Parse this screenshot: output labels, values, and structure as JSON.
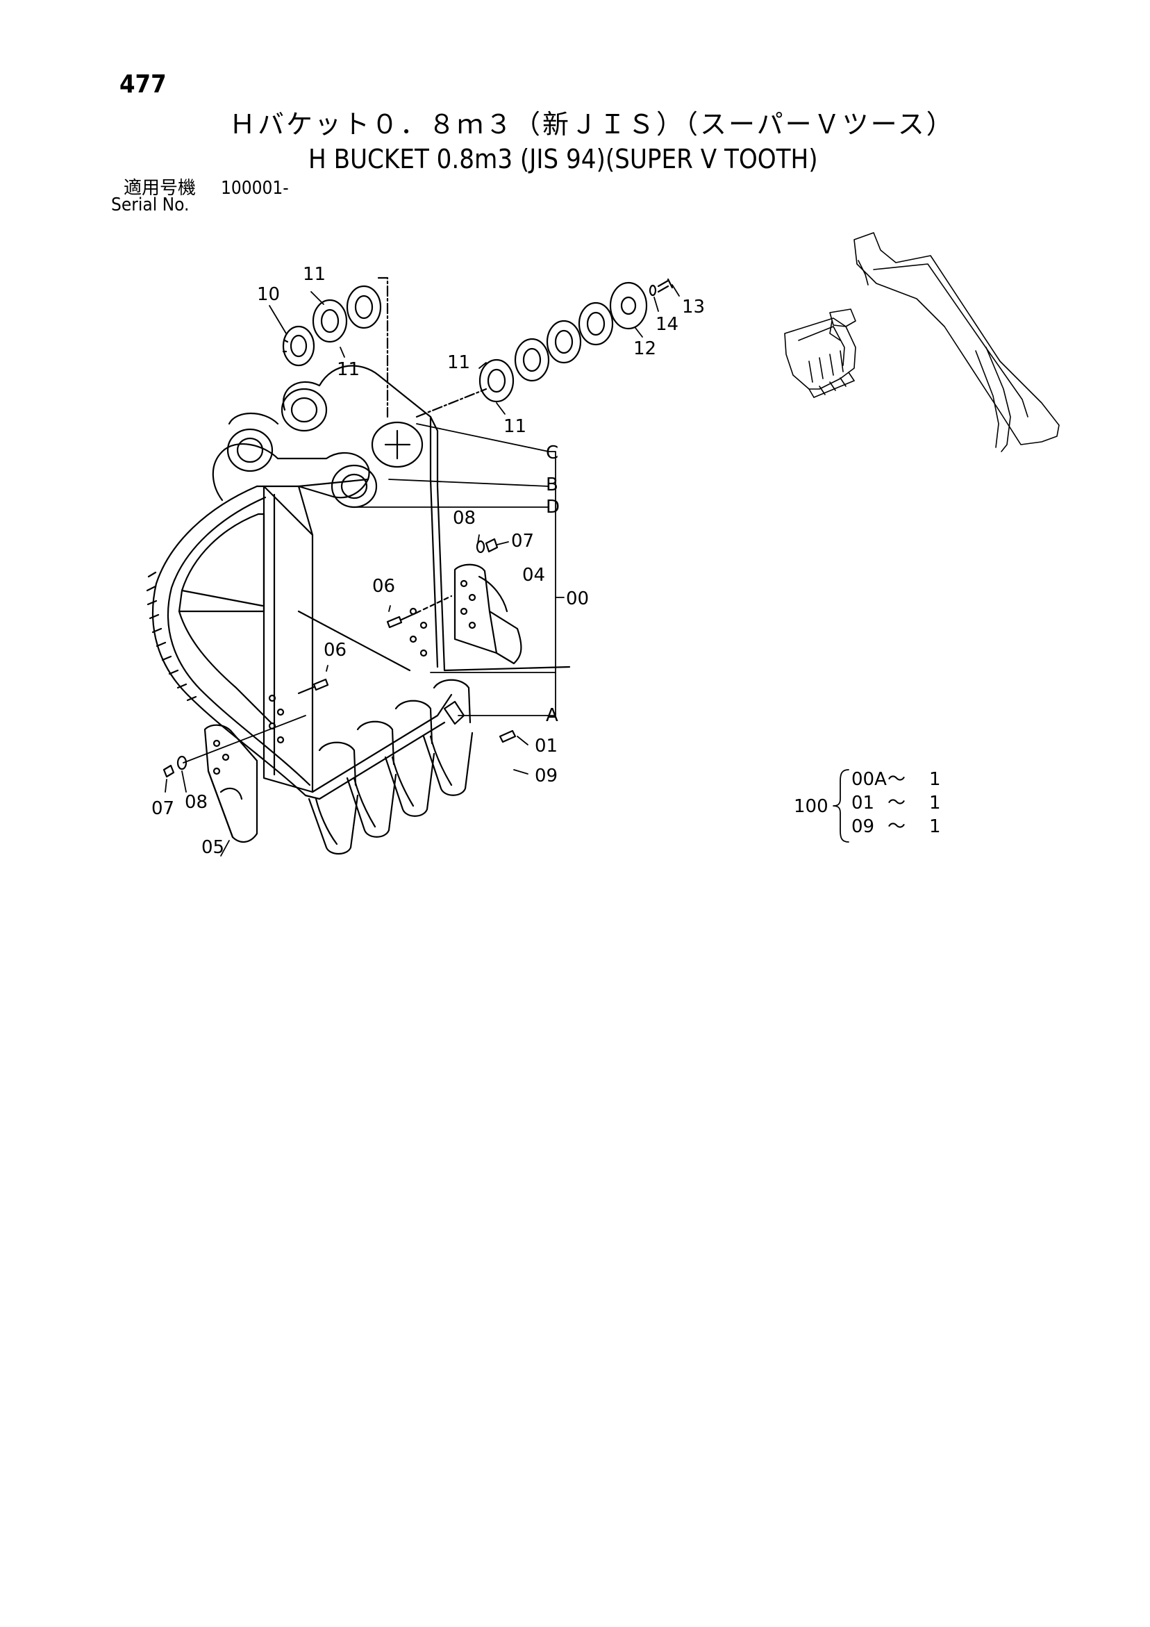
{
  "page": {
    "number": "477",
    "title_jp": "Ｈバケット０．８ｍ３（新ＪＩＳ）（スーパーＶツース）",
    "title_en": "H BUCKET 0.8m3 (JIS 94)(SUPER V TOOTH)",
    "serial_label_jp": "適用号機",
    "serial_value": "100001-",
    "serial_label_en": "Serial No."
  },
  "callouts": {
    "p10": "10",
    "p11a": "11",
    "p11b": "11",
    "p11c": "11",
    "p11d": "11",
    "p12": "12",
    "p13": "13",
    "p14": "14",
    "pC": "C",
    "pB": "B",
    "pD": "D",
    "pA": "A",
    "p00": "00",
    "p08a": "08",
    "p07a": "07",
    "p04": "04",
    "p06a": "06",
    "p06b": "06",
    "p01": "01",
    "p09": "09",
    "p07b": "07",
    "p08b": "08",
    "p05": "05"
  },
  "kit": {
    "number": "100",
    "rows": [
      {
        "part": "00A",
        "sep": "～",
        "qty": "1"
      },
      {
        "part": "01",
        "sep": "～",
        "qty": "1"
      },
      {
        "part": "09",
        "sep": "～",
        "qty": "1"
      }
    ]
  }
}
